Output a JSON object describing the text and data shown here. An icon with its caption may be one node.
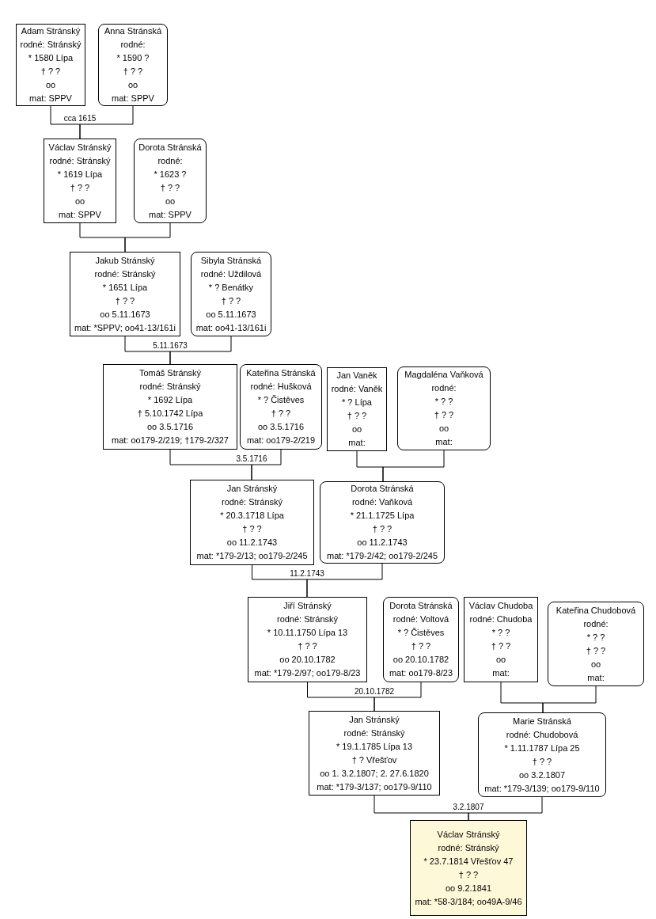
{
  "diagram": {
    "nodes": [
      {
        "text": [
          "Adam Stránský",
          "rodné: Stránský",
          "* 1580 Lípa",
          "† ? ?",
          "oo",
          "mat: SPPV"
        ]
      },
      {
        "text": [
          "Anna Stránská",
          "rodné:",
          "* 1590 ?",
          "† ? ?",
          "oo",
          "mat: SPPV"
        ]
      },
      {
        "text": [
          "Václav Stránský",
          "rodné: Stránský",
          "* 1619 Lípa",
          "† ? ?",
          "oo",
          "mat: SPPV"
        ]
      },
      {
        "text": [
          "Dorota Stránská",
          "rodné:",
          "* 1623 ?",
          "† ? ?",
          "oo",
          "mat: SPPV"
        ]
      },
      {
        "text": [
          "Jakub Stránský",
          "rodné: Stránský",
          "* 1651 Lípa",
          "† ? ?",
          "oo 5.11.1673",
          "mat: *SPPV; oo41-13/161i"
        ]
      },
      {
        "text": [
          "Sibyla Stránská",
          "rodné: Uždilová",
          "* ? Benátky",
          "† ? ?",
          "oo 5.11.1673",
          "mat: oo41-13/161i"
        ]
      },
      {
        "text": [
          "Tomáš Stránský",
          "rodné: Stránský",
          "* 1692 Lípa",
          "† 5.10.1742 Lípa",
          "oo 3.5.1716",
          "mat: oo179-2/219; †179-2/327"
        ]
      },
      {
        "text": [
          "Kateřina Stránská",
          "rodné: Hušková",
          "* ? Čistěves",
          "† ? ?",
          "oo 3.5.1716",
          "mat: oo179-2/219"
        ]
      },
      {
        "text": [
          "Jan Vaněk",
          "rodné: Vaněk",
          "* ? Lípa",
          "† ? ?",
          "oo",
          "mat:"
        ]
      },
      {
        "text": [
          "Magdaléna Vaňková",
          "rodné:",
          "* ? ?",
          "† ? ?",
          "oo",
          "mat:"
        ]
      },
      {
        "text": [
          "Jan Stránský",
          "rodné: Stránský",
          "* 20.3.1718 Lípa",
          "† ? ?",
          "oo 11.2.1743",
          "mat: *179-2/13; oo179-2/245"
        ]
      },
      {
        "text": [
          "Dorota Stránská",
          "rodné: Vaňková",
          "* 21.1.1725 Lípa",
          "† ? ?",
          "oo 11.2.1743",
          "mat: *179-2/42; oo179-2/245"
        ]
      },
      {
        "text": [
          "Jiří Stránský",
          "rodné: Stránský",
          "* 10.11.1750 Lípa 13",
          "† ? ?",
          "oo 20.10.1782",
          "mat: *179-2/97; oo179-8/23"
        ]
      },
      {
        "text": [
          "Dorota Stránská",
          "rodné: Voltová",
          "* ? Čistěves",
          "† ? ?",
          "oo 20.10.1782",
          "mat: oo179-8/23"
        ]
      },
      {
        "text": [
          "Václav Chudoba",
          "rodné: Chudoba",
          "* ? ?",
          "† ? ?",
          "oo",
          "mat:"
        ]
      },
      {
        "text": [
          "Kateřina Chudobová",
          "rodné:",
          "* ? ?",
          "† ? ?",
          "oo",
          "mat:"
        ]
      },
      {
        "text": [
          "Jan Stránský",
          "rodné: Stránský",
          "* 19.1.1785 Lípa 13",
          "† ? Vřešťov",
          "oo 1. 3.2.1807; 2. 27.6.1820",
          "mat: *179-3/137; oo179-9/110"
        ]
      },
      {
        "text": [
          "Marie Stránská",
          "rodné: Chudobová",
          "* 1.11.1787 Lípa 25",
          "† ? ?",
          "oo 3.2.1807",
          "mat: *179-3/139; oo179-9/110"
        ]
      },
      {
        "text": [
          "Václav Stránský",
          "rodné: Stránský",
          "* 23.7.1814 Vřešťov 47",
          "† ? ?",
          "oo 9.2.1841",
          "mat: *58-3/184; oo49A-9/46"
        ]
      }
    ],
    "edges": [
      {
        "from": 0,
        "to": 2,
        "arrow": "none",
        "label": "cca 1615"
      },
      {
        "from": 1,
        "to": 2,
        "arrow": "none"
      },
      {
        "from": 2,
        "to": 4,
        "arrow": "none"
      },
      {
        "from": 3,
        "to": 4,
        "arrow": "none"
      },
      {
        "from": 4,
        "to": 6,
        "arrow": "none",
        "label": "5.11.1673"
      },
      {
        "from": 5,
        "to": 6,
        "arrow": "none"
      },
      {
        "from": 6,
        "to": 10,
        "arrow": "none",
        "label": "3.5.1716"
      },
      {
        "from": 7,
        "to": 10,
        "arrow": "none"
      },
      {
        "from": 8,
        "to": 11,
        "arrow": "none"
      },
      {
        "from": 9,
        "to": 11,
        "arrow": "none"
      },
      {
        "from": 10,
        "to": 12,
        "arrow": "none",
        "label": "11.2.1743"
      },
      {
        "from": 11,
        "to": 12,
        "arrow": "none"
      },
      {
        "from": 12,
        "to": 16,
        "arrow": "none",
        "label": "20.10.1782"
      },
      {
        "from": 13,
        "to": 16,
        "arrow": "none"
      },
      {
        "from": 14,
        "to": 17,
        "arrow": "none"
      },
      {
        "from": 15,
        "to": 17,
        "arrow": "none"
      },
      {
        "from": 16,
        "to": 18,
        "arrow": "none",
        "label": "3.2.1807"
      },
      {
        "from": 17,
        "to": 18,
        "arrow": "none"
      }
    ]
  }
}
